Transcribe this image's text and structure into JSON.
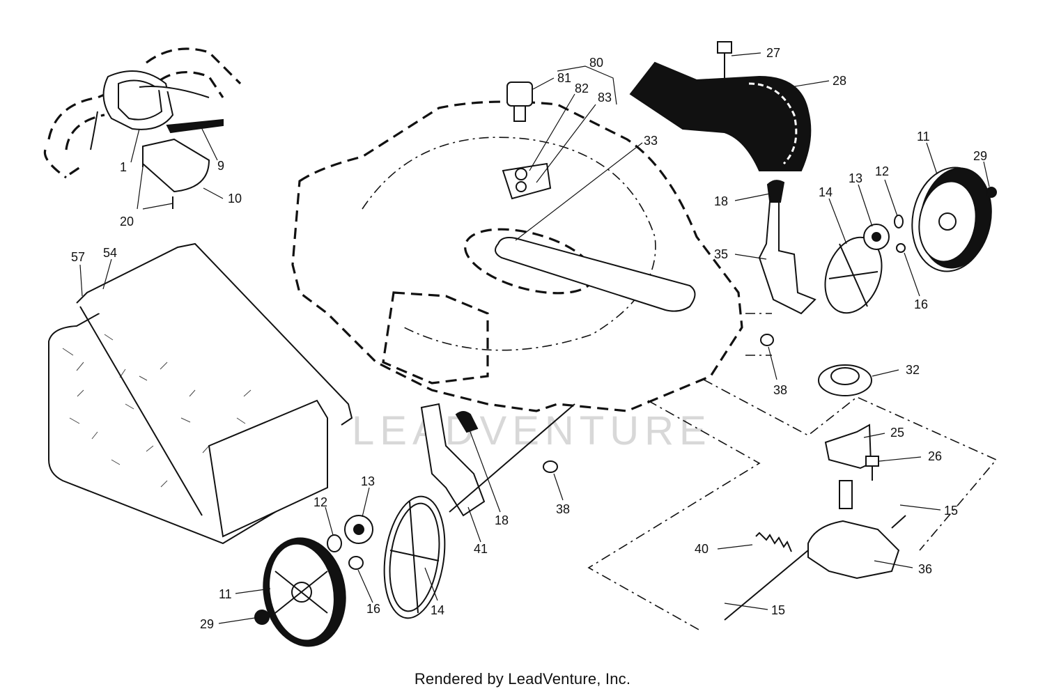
{
  "diagram": {
    "watermark": "LEADVENTURE",
    "footer": "Rendered by LeadVenture, Inc.",
    "callouts": [
      {
        "id": "c1",
        "label": "1"
      },
      {
        "id": "c9",
        "label": "9"
      },
      {
        "id": "c10",
        "label": "10"
      },
      {
        "id": "c20",
        "label": "20"
      },
      {
        "id": "c57",
        "label": "57"
      },
      {
        "id": "c54",
        "label": "54"
      },
      {
        "id": "c80",
        "label": "80"
      },
      {
        "id": "c81",
        "label": "81"
      },
      {
        "id": "c82",
        "label": "82"
      },
      {
        "id": "c83",
        "label": "83"
      },
      {
        "id": "c33",
        "label": "33"
      },
      {
        "id": "c27",
        "label": "27"
      },
      {
        "id": "c28",
        "label": "28"
      },
      {
        "id": "c18a",
        "label": "18"
      },
      {
        "id": "c35",
        "label": "35"
      },
      {
        "id": "c14a",
        "label": "14"
      },
      {
        "id": "c13a",
        "label": "13"
      },
      {
        "id": "c12a",
        "label": "12"
      },
      {
        "id": "c11a",
        "label": "11"
      },
      {
        "id": "c29a",
        "label": "29"
      },
      {
        "id": "c16a",
        "label": "16"
      },
      {
        "id": "c38a",
        "label": "38"
      },
      {
        "id": "c32",
        "label": "32"
      },
      {
        "id": "c25",
        "label": "25"
      },
      {
        "id": "c26",
        "label": "26"
      },
      {
        "id": "c15a",
        "label": "15"
      },
      {
        "id": "c36",
        "label": "36"
      },
      {
        "id": "c40",
        "label": "40"
      },
      {
        "id": "c15b",
        "label": "15"
      },
      {
        "id": "c38b",
        "label": "38"
      },
      {
        "id": "c18b",
        "label": "18"
      },
      {
        "id": "c41",
        "label": "41"
      },
      {
        "id": "c13b",
        "label": "13"
      },
      {
        "id": "c12b",
        "label": "12"
      },
      {
        "id": "c16b",
        "label": "16"
      },
      {
        "id": "c14b",
        "label": "14"
      },
      {
        "id": "c11b",
        "label": "11"
      },
      {
        "id": "c29b",
        "label": "29"
      }
    ]
  }
}
